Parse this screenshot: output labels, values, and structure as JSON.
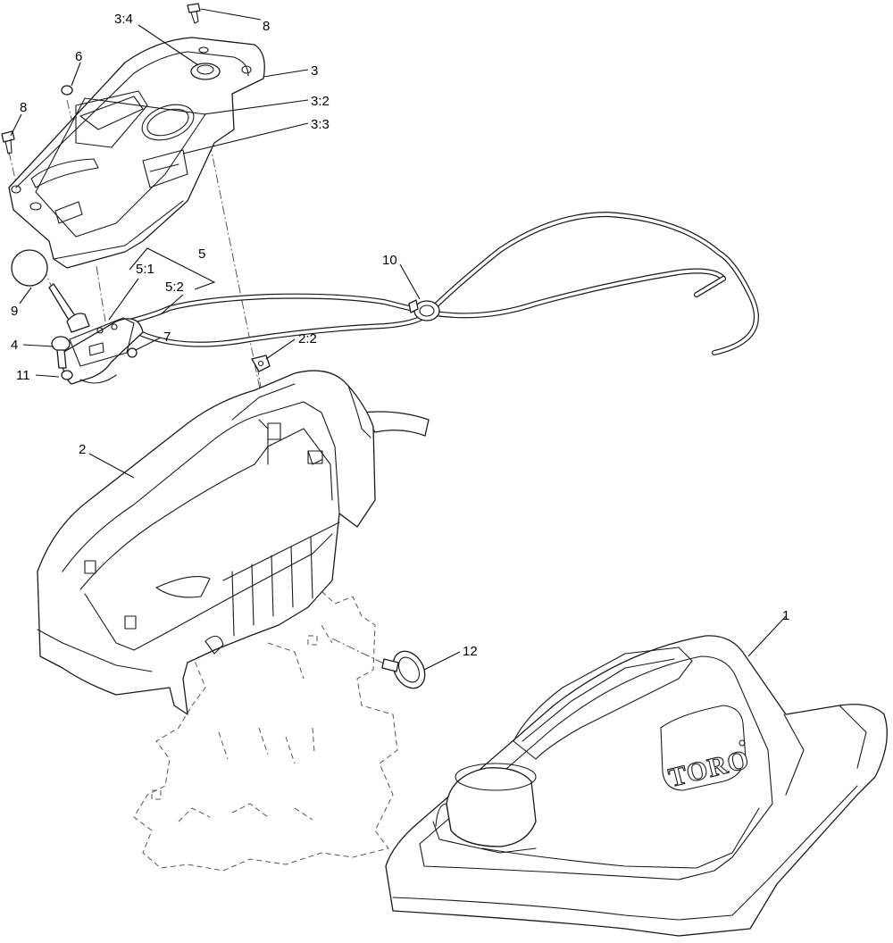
{
  "brand": "TORO",
  "callouts": [
    {
      "id": "c-3-4",
      "label": "3:4"
    },
    {
      "id": "c-8-top",
      "label": "8"
    },
    {
      "id": "c-3",
      "label": "3"
    },
    {
      "id": "c-6",
      "label": "6"
    },
    {
      "id": "c-3-2",
      "label": "3:2"
    },
    {
      "id": "c-8-left",
      "label": "8"
    },
    {
      "id": "c-3-3",
      "label": "3:3"
    },
    {
      "id": "c-5",
      "label": "5"
    },
    {
      "id": "c-5-1",
      "label": "5:1"
    },
    {
      "id": "c-5-2",
      "label": "5:2"
    },
    {
      "id": "c-10",
      "label": "10"
    },
    {
      "id": "c-9",
      "label": "9"
    },
    {
      "id": "c-4",
      "label": "4"
    },
    {
      "id": "c-7",
      "label": "7"
    },
    {
      "id": "c-2-2",
      "label": "2:2"
    },
    {
      "id": "c-11",
      "label": "11"
    },
    {
      "id": "c-2",
      "label": "2"
    },
    {
      "id": "c-1",
      "label": "1"
    },
    {
      "id": "c-12",
      "label": "12"
    }
  ]
}
